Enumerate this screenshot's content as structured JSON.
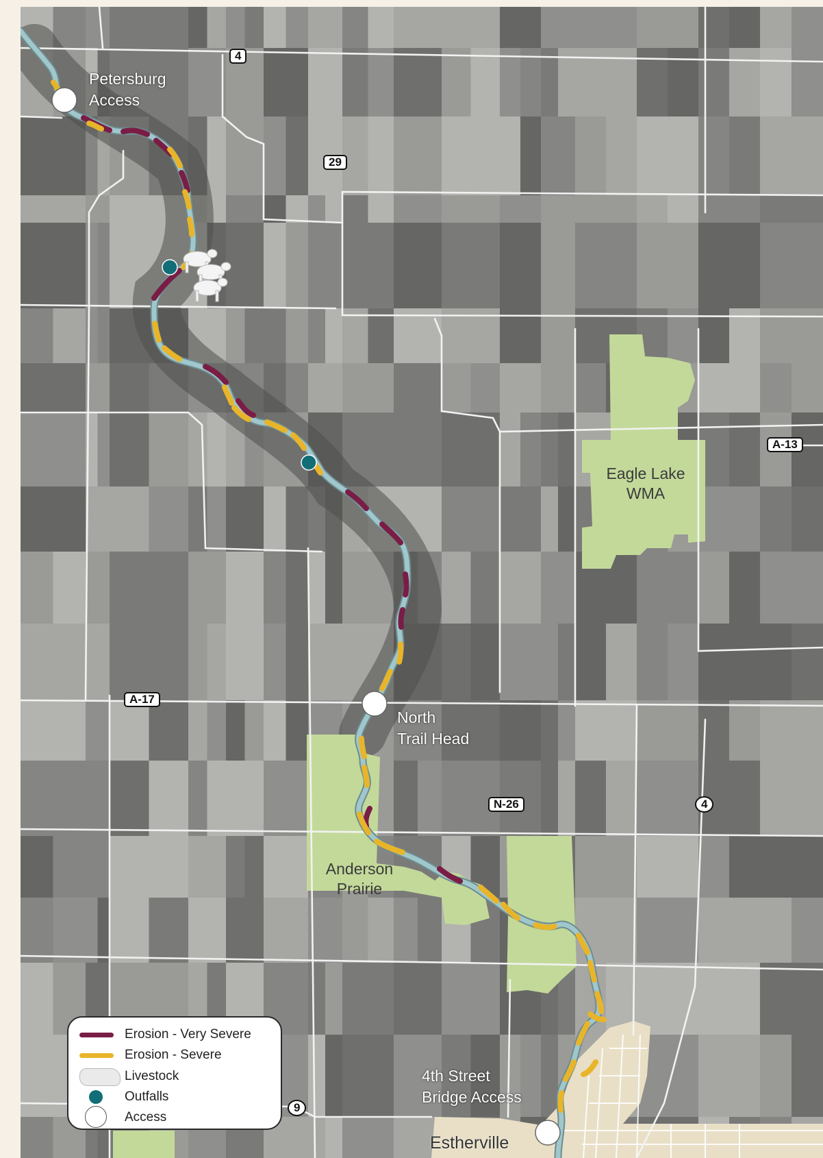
{
  "places": {
    "petersburg": "Petersburg\nAccess",
    "north_trail": "North\nTrail Head",
    "fourth_street": "4th Street\nBridge Access",
    "estherville": "Estherville"
  },
  "areas": {
    "eagle_lake": "Eagle Lake\nWMA",
    "anderson": "Anderson\nPrairie"
  },
  "roads": {
    "r4_top": "4",
    "r29": "29",
    "a13": "A-13",
    "a17": "A-17",
    "n26": "N-26",
    "r4_right": "4",
    "r9": "9"
  },
  "legend": {
    "very_severe": "Erosion - Very Severe",
    "severe": "Erosion - Severe",
    "livestock": "Livestock",
    "outfalls": "Outfalls",
    "access": "Access"
  },
  "colors": {
    "very_severe": "#7a1d45",
    "severe": "#e8b52a",
    "river": "#9fc7cc",
    "public_land": "#c3d99a",
    "town": "#e8dfc6",
    "outfall": "#126e76",
    "road": "#f2f2f2"
  },
  "icons": {
    "outfall": "teal-dot",
    "access": "white-circle",
    "livestock": "cow-silhouette"
  }
}
